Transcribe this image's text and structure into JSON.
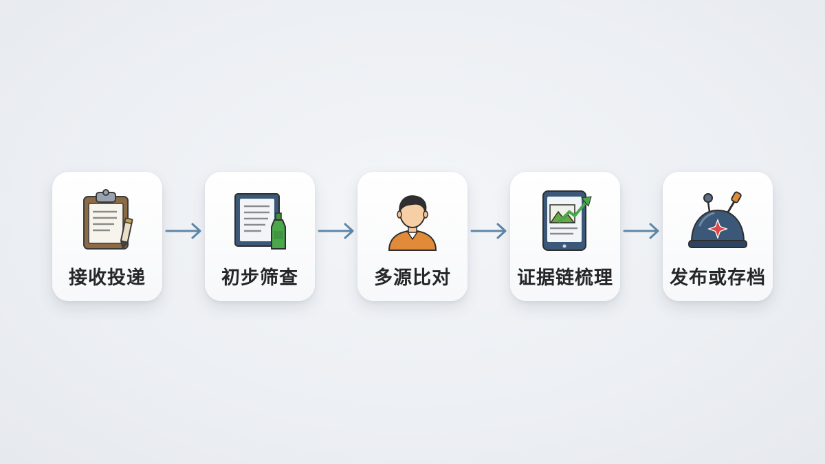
{
  "steps": [
    {
      "label": "接收投递",
      "icon": "clipboard-icon"
    },
    {
      "label": "初步筛查",
      "icon": "document-bottle-icon"
    },
    {
      "label": "多源比对",
      "icon": "person-icon"
    },
    {
      "label": "证据链梳理",
      "icon": "tablet-chart-icon"
    },
    {
      "label": "发布或存档",
      "icon": "dome-lever-icon"
    }
  ],
  "colors": {
    "arrow": "#5f86a8",
    "navy": "#3c5878",
    "green": "#4aa84a",
    "orange": "#e08a3a",
    "red": "#e04848"
  }
}
